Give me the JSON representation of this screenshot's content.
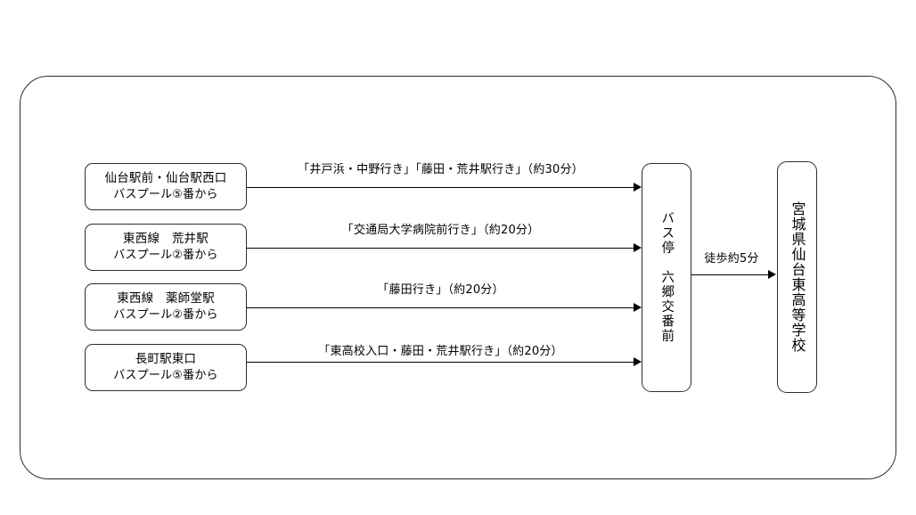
{
  "diagram": {
    "title_hidden": "",
    "origins": [
      {
        "id": "sendai-station",
        "line1": "仙台駅前・仙台駅西口",
        "line2": "バスプール⑤番から"
      },
      {
        "id": "tozai-arai-station",
        "line1": "東西線　荒井駅",
        "line2": "バスプール②番から"
      },
      {
        "id": "tozai-yakushido-station",
        "line1": "東西線　薬師堂駅",
        "line2": "バスプール②番から"
      },
      {
        "id": "nagamachi-station-east",
        "line1": "長町駅東口",
        "line2": "バスプール⑤番から"
      }
    ],
    "routes": [
      {
        "id": "route-0",
        "label": "「井戸浜・中野行き」「藤田・荒井駅行き」（約30分）"
      },
      {
        "id": "route-1",
        "label": "「交通局大学病院前行き」（約20分）"
      },
      {
        "id": "route-2",
        "label": "「藤田行き」（約20分）"
      },
      {
        "id": "route-3",
        "label": "「東高校入口・藤田・荒井駅行き」（約20分）"
      }
    ],
    "bus_stop": {
      "id": "rokugo-koban-mae",
      "label": "バス停　六郷交番前"
    },
    "walk": {
      "label": "徒歩約5分"
    },
    "destination": {
      "id": "miyagi-sendai-higashi-hs",
      "label": "宮城県仙台東高等学校"
    },
    "colors": {
      "outline": "#24303c",
      "arrow": "#000000",
      "background": "#ffffff",
      "text": "#000000"
    }
  }
}
